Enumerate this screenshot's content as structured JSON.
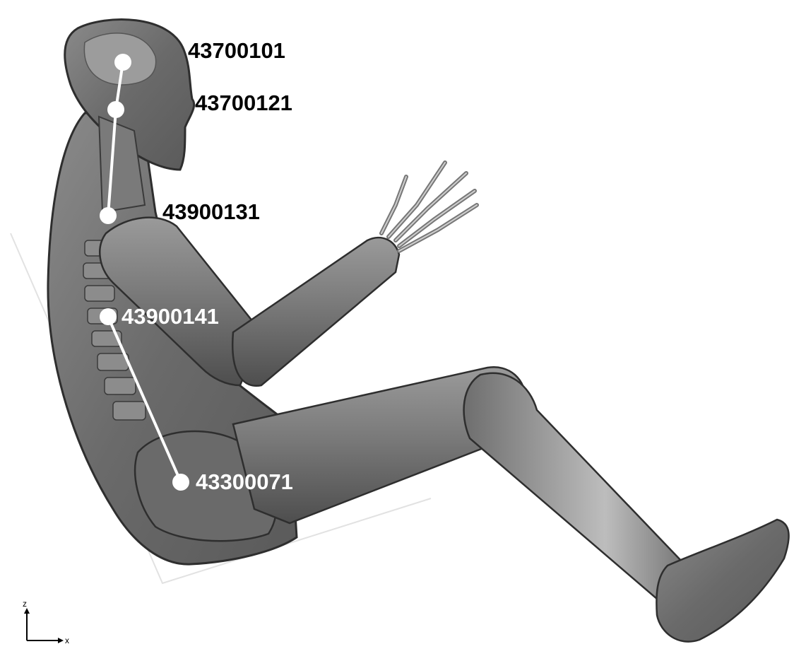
{
  "figure": {
    "description_labels": [
      {
        "id": "n1",
        "text": "43700101",
        "style": "dark"
      },
      {
        "id": "n2",
        "text": "43700121",
        "style": "dark"
      },
      {
        "id": "n3",
        "text": "43900131",
        "style": "dark"
      },
      {
        "id": "n4",
        "text": "43900141",
        "style": "light"
      },
      {
        "id": "n5",
        "text": "43300071",
        "style": "light"
      }
    ],
    "axes": {
      "vertical": "z",
      "horizontal": "x"
    },
    "colors": {
      "body": "#707070",
      "body_light": "#a8a8a8",
      "body_dark": "#3c3c3c",
      "marker": "#ffffff",
      "label_dark": "#000000"
    }
  }
}
